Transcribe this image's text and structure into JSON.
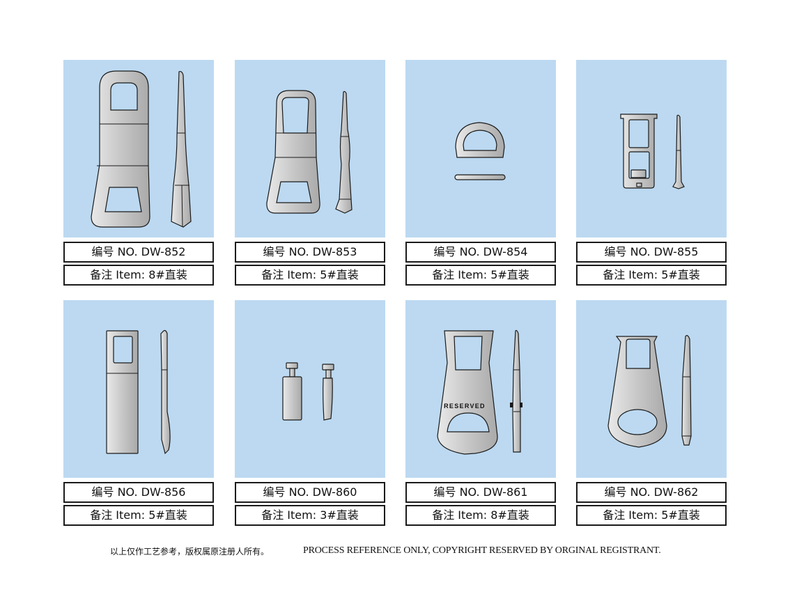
{
  "products": [
    {
      "no": "编号 NO.  DW-852",
      "item": "备注 Item:  8#直装"
    },
    {
      "no": "编号 NO.  DW-853",
      "item": "备注 Item:  5#直装"
    },
    {
      "no": "编号 NO.  DW-854",
      "item": "备注 Item:  5#直装"
    },
    {
      "no": "编号 NO.  DW-855",
      "item": "备注 Item:  5#直装"
    },
    {
      "no": "编号 NO.  DW-856",
      "item": "备注 Item:  5#直装"
    },
    {
      "no": "编号 NO.  DW-860",
      "item": "备注 Item:  3#直装"
    },
    {
      "no": "编号 NO.  DW-861",
      "item": "备注 Item:  8#直装",
      "engraving": "RESERVED"
    },
    {
      "no": "编号 NO.  DW-862",
      "item": "备注 Item:  5#直装"
    }
  ],
  "footer": {
    "cn": "以上仅作工艺参考，版权属原注册人所有。",
    "en": "PROCESS REFERENCE ONLY, COPYRIGHT RESERVED BY ORGINAL REGISTRANT."
  },
  "colors": {
    "panel_bg": "#bcd9f1",
    "metal": "#c9c9c9",
    "outline": "#1a1a1a"
  }
}
